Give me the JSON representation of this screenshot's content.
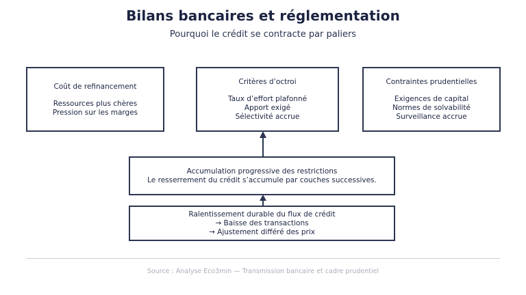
{
  "header": {
    "title": "Bilans bancaires et réglementation",
    "subtitle": "Pourquoi le crédit se contracte par paliers"
  },
  "diagram": {
    "type": "flow",
    "orientation": "bottom-up",
    "accent_color": "#2b3550",
    "text_color": "#1b2341",
    "background_color": "#ffffff",
    "top_boxes": [
      {
        "id": "refinancing",
        "heading": "Coût de refinancement",
        "body": "Ressources plus chères\nPression sur les marges"
      },
      {
        "id": "criteria",
        "heading": "Critères d’octroi",
        "body": "Taux d’effort plafonné\nApport exigé\nSélectivité accrue"
      },
      {
        "id": "prudential",
        "heading": "Contraintes prudentielles",
        "body": "Exigences de capital\nNormes de solvabilité\nSurveillance accrue"
      }
    ],
    "center_boxes": [
      {
        "id": "accumulation",
        "body": "Accumulation progressive des restrictions\nLe resserrement du crédit s’accumule par couches successives."
      },
      {
        "id": "slowdown",
        "body": "Ralentissement durable du flux de crédit\n→ Baisse des transactions\n→ Ajustement différé des prix"
      }
    ],
    "connectors": [
      {
        "id": "accumulation-to-criteria",
        "icon": "arrow-up-icon"
      },
      {
        "id": "slowdown-to-accumulation",
        "icon": "arrow-up-icon"
      }
    ]
  },
  "footer": {
    "source": "Source : Analyse Eco3min — Transmission bancaire et cadre prudentiel"
  }
}
